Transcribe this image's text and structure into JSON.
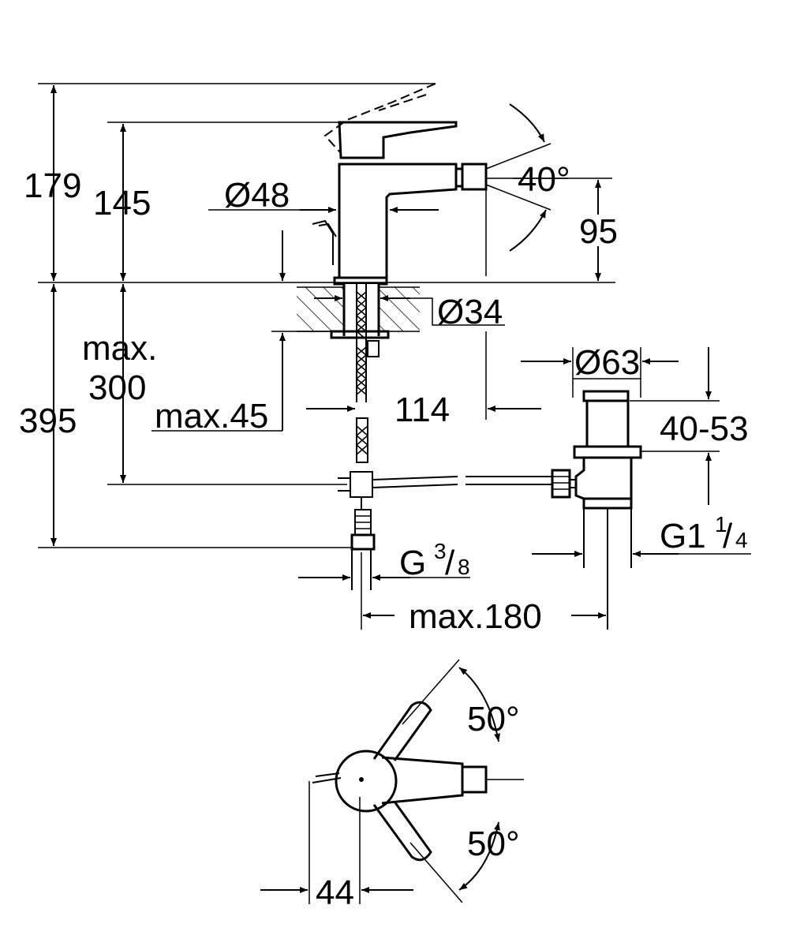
{
  "dimensions": {
    "total_height": "179",
    "spout_height": "145",
    "body_diameter": "Ø48",
    "swivel_angle": "40°",
    "spout_outlet_height": "95",
    "hole_diameter": "Ø34",
    "max_height": "max.",
    "max_height_value": "300",
    "deck_thickness": "max.45",
    "projection": "114",
    "below_deck": "395",
    "waste_diameter": "Ø63",
    "waste_range": "40-53",
    "connection": "G",
    "connection_num": "3",
    "connection_den": "8",
    "waste_thread": "G1",
    "waste_thread_num": "1",
    "waste_thread_den": "4",
    "max_distance": "max.180",
    "lever_angle_top": "50°",
    "lever_angle_bottom": "50°",
    "lever_offset": "44"
  }
}
